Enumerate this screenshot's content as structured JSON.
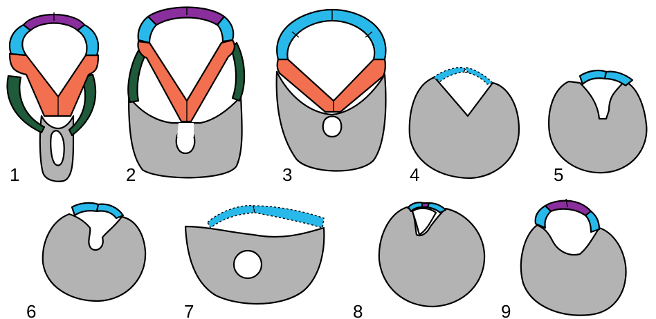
{
  "colors": {
    "grey": "#b3b3b3",
    "blue": "#28b9ea",
    "purple": "#8a2e9e",
    "orange": "#f2704f",
    "green": "#1f5a3a",
    "outline": "#000000"
  },
  "figures": [
    {
      "label": "1"
    },
    {
      "label": "2"
    },
    {
      "label": "3"
    },
    {
      "label": "4"
    },
    {
      "label": "5"
    },
    {
      "label": "6"
    },
    {
      "label": "7"
    },
    {
      "label": "8"
    },
    {
      "label": "9"
    }
  ]
}
